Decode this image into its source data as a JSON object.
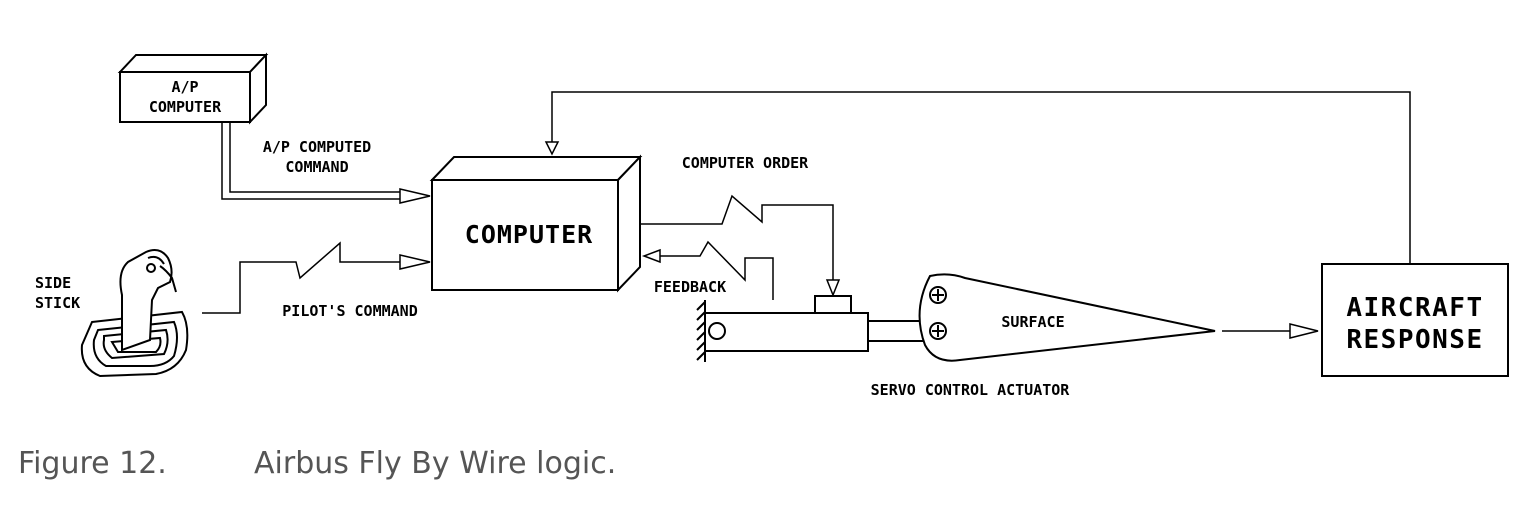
{
  "diagram": {
    "ap_computer_line1": "A/P",
    "ap_computer_line2": "COMPUTER",
    "ap_command_line1": "A/P COMPUTED",
    "ap_command_line2": "COMMAND",
    "computer": "COMPUTER",
    "computer_order": "COMPUTER ORDER",
    "feedback": "FEEDBACK",
    "side_stick_line1": "SIDE",
    "side_stick_line2": "STICK",
    "pilots_command": "PILOT'S COMMAND",
    "surface": "SURFACE",
    "servo": "SERVO CONTROL ACTUATOR",
    "aircraft_response_line1": "AIRCRAFT",
    "aircraft_response_line2": "RESPONSE"
  },
  "caption": {
    "number": "Figure 12.",
    "text": "Airbus Fly By Wire logic."
  }
}
